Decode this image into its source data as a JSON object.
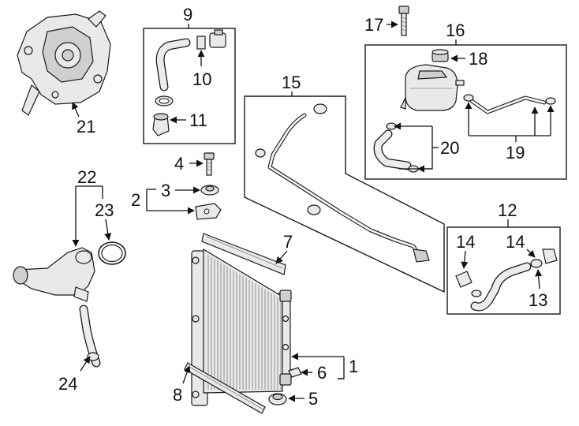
{
  "diagram": {
    "callouts": [
      {
        "id": "c1",
        "label": "1"
      },
      {
        "id": "c2",
        "label": "2"
      },
      {
        "id": "c3",
        "label": "3"
      },
      {
        "id": "c4",
        "label": "4"
      },
      {
        "id": "c5",
        "label": "5"
      },
      {
        "id": "c6",
        "label": "6"
      },
      {
        "id": "c7",
        "label": "7"
      },
      {
        "id": "c8",
        "label": "8"
      },
      {
        "id": "c9",
        "label": "9"
      },
      {
        "id": "c10",
        "label": "10"
      },
      {
        "id": "c11",
        "label": "11"
      },
      {
        "id": "c12",
        "label": "12"
      },
      {
        "id": "c13",
        "label": "13"
      },
      {
        "id": "c14a",
        "label": "14"
      },
      {
        "id": "c14b",
        "label": "14"
      },
      {
        "id": "c15",
        "label": "15"
      },
      {
        "id": "c16",
        "label": "16"
      },
      {
        "id": "c17",
        "label": "17"
      },
      {
        "id": "c18",
        "label": "18"
      },
      {
        "id": "c19",
        "label": "19"
      },
      {
        "id": "c20",
        "label": "20"
      },
      {
        "id": "c21",
        "label": "21"
      },
      {
        "id": "c22",
        "label": "22"
      },
      {
        "id": "c23",
        "label": "23"
      },
      {
        "id": "c24",
        "label": "24"
      }
    ]
  }
}
